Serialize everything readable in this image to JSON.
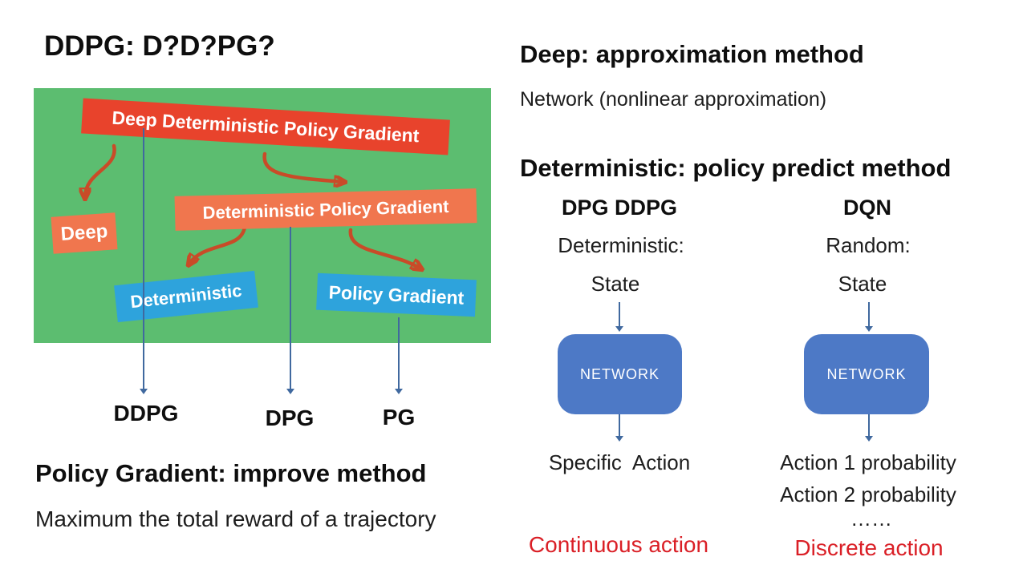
{
  "slide": {
    "title": "DDPG: D?D?PG?"
  },
  "figure": {
    "tags": [
      {
        "label": "Deep Deterministic Policy Gradient"
      },
      {
        "label": "Deterministic Policy Gradient"
      },
      {
        "label": "Deep"
      },
      {
        "label": "Deterministic"
      },
      {
        "label": "Policy Gradient"
      }
    ],
    "result_labels": [
      "DDPG",
      "DPG",
      "PG"
    ]
  },
  "policy_gradient_section": {
    "heading": "Policy Gradient: improve method",
    "body": "Maximum the total reward of a trajectory"
  },
  "deep_section": {
    "heading": "Deep: approximation method",
    "body": "Network (nonlinear approximation)"
  },
  "deterministic_section": {
    "heading": "Deterministic: policy predict method",
    "columns": [
      {
        "title": "DPG DDPG",
        "policy_type": "Deterministic:",
        "input": "State",
        "network_label": "NETWORK",
        "outputs": [
          "Specific  Action"
        ],
        "caption": "Continuous action"
      },
      {
        "title": "DQN",
        "policy_type": "Random:",
        "input": "State",
        "network_label": "NETWORK",
        "outputs": [
          "Action 1 probability",
          "Action 2 probability",
          "……"
        ],
        "caption": "Discrete action"
      }
    ]
  },
  "colors": {
    "picture_green": "#5cbd70",
    "red_tag": "#e8432c",
    "orange_tag": "#f0764e",
    "blue_tag": "#2ea3dc",
    "curve_arrow_red": "#c94b28",
    "line_arrow_blue": "#40699f",
    "network_box_blue": "#4d79c6",
    "caption_red": "#da1f26"
  }
}
